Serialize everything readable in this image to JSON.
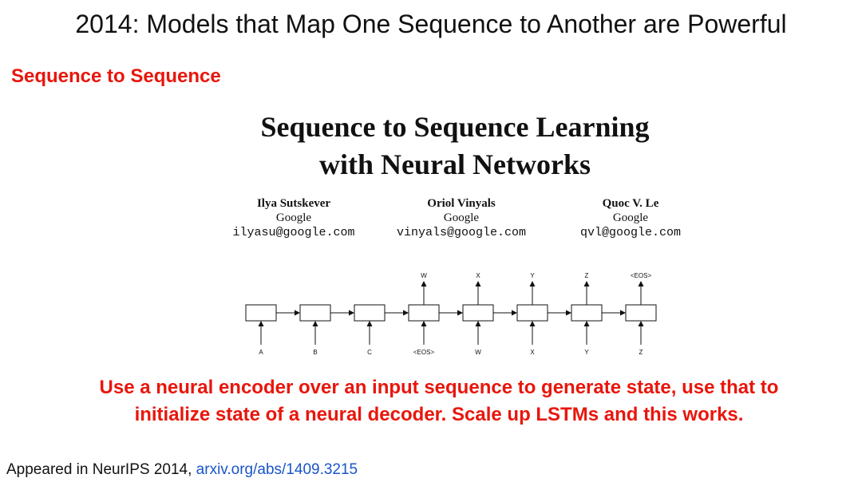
{
  "slide": {
    "title": "2014: Models that Map One Sequence to Another are Powerful",
    "section_heading": "Sequence to Sequence"
  },
  "paper": {
    "title_line1": "Sequence to Sequence Learning",
    "title_line2": "with Neural Networks",
    "authors": [
      {
        "name": "Ilya Sutskever",
        "affiliation": "Google",
        "email": "ilyasu@google.com"
      },
      {
        "name": "Oriol Vinyals",
        "affiliation": "Google",
        "email": "vinyals@google.com"
      },
      {
        "name": "Quoc V. Le",
        "affiliation": "Google",
        "email": "qvl@google.com"
      }
    ]
  },
  "diagram": {
    "inputs": [
      "A",
      "B",
      "C",
      "<EOS>",
      "W",
      "X",
      "Y",
      "Z"
    ],
    "outputs": [
      "",
      "",
      "",
      "W",
      "X",
      "Y",
      "Z",
      "<EOS>"
    ]
  },
  "summary": {
    "line1": "Use a neural encoder over an input sequence to generate state, use that to",
    "line2": "initialize state of a neural decoder.  Scale up LSTMs and this works."
  },
  "footer": {
    "text": "Appeared in NeurIPS 2014, ",
    "link_text": "arxiv.org/abs/1409.3215"
  },
  "colors": {
    "accent": "#e8160c",
    "link": "#1a55c8",
    "text": "#111111"
  }
}
